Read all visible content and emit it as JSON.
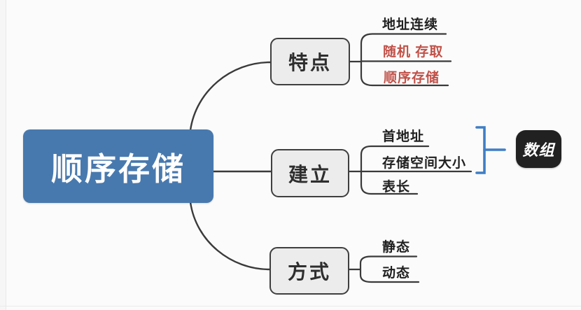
{
  "canvas": {
    "background": "#fbfbfb"
  },
  "root": {
    "label": "顺序存储",
    "bg_color": "#4879ae",
    "text_color": "#ffffff"
  },
  "branches": [
    {
      "label": "特点",
      "children": [
        {
          "label": "地址连续",
          "color": "#202020"
        },
        {
          "label": "随机 存取",
          "color": "#c05148"
        },
        {
          "label": "顺序存储",
          "color": "#c05148"
        }
      ]
    },
    {
      "label": "建立",
      "children": [
        {
          "label": "首地址",
          "color": "#202020"
        },
        {
          "label": "存储空间大小",
          "color": "#202020"
        },
        {
          "label": "表长",
          "color": "#202020"
        }
      ],
      "callout": {
        "label": "数组",
        "bg_color": "#212121",
        "text_color": "#ffffff",
        "bracket_color": "#3f7ec6"
      }
    },
    {
      "label": "方式",
      "children": [
        {
          "label": "静态",
          "color": "#202020"
        },
        {
          "label": "动态",
          "color": "#202020"
        }
      ]
    }
  ],
  "style_colors": {
    "connector_line": "#3a3a3a",
    "branch_box_bg": "#ececec",
    "branch_box_border": "#3f3f3f"
  }
}
